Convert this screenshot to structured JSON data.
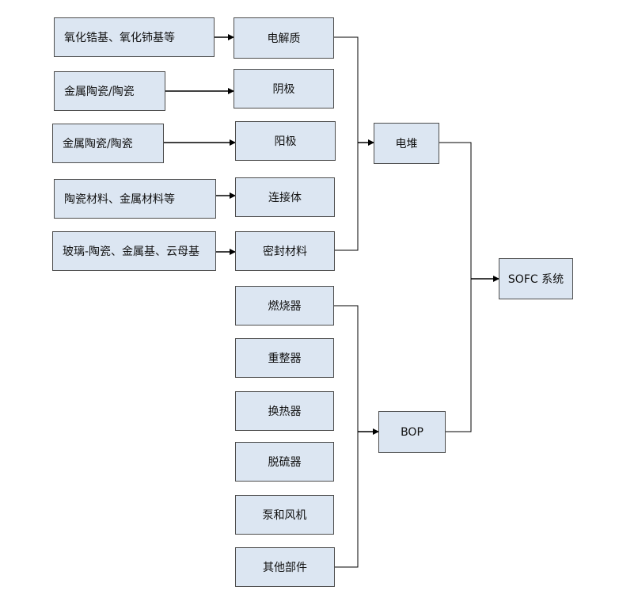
{
  "colors": {
    "box_fill": "#dce6f2",
    "box_border": "#4d4d4d",
    "line": "#000000"
  },
  "materials": {
    "electrolyte": "氧化锆基、氧化铈基等",
    "cathode": "金属陶瓷/陶瓷",
    "anode": "金属陶瓷/陶瓷",
    "interconnect": "陶瓷材料、金属材料等",
    "sealant": "玻璃-陶瓷、金属基、云母基"
  },
  "components": {
    "electrolyte": "电解质",
    "cathode": "阴极",
    "anode": "阳极",
    "interconnect": "连接体",
    "sealant": "密封材料"
  },
  "bop_components": {
    "burner": "燃烧器",
    "reformer": "重整器",
    "heat_exchanger": "换热器",
    "desulfurizer": "脱硫器",
    "pump_fan": "泵和风机",
    "others": "其他部件"
  },
  "subsystems": {
    "stack": "电堆",
    "bop": "BOP"
  },
  "system": "SOFC 系统"
}
